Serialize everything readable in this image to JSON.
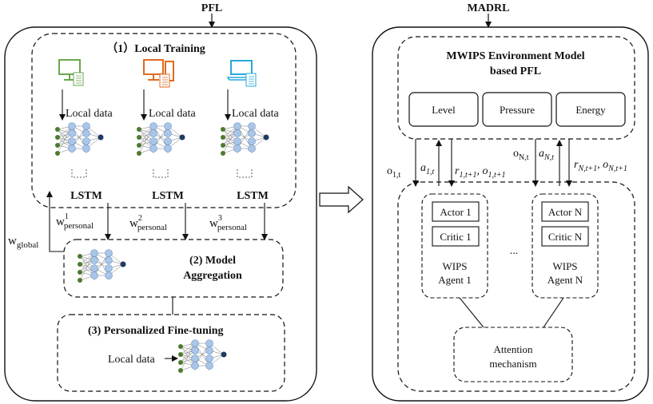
{
  "pfl": {
    "title": "PFL",
    "local_training": {
      "title": "（1）Local Training",
      "clients": [
        {
          "icon": "desktop-monitor-icon",
          "color": "#6aa84f",
          "data_label": "Local data",
          "model_label": "LSTM"
        },
        {
          "icon": "desktop-tower-icon",
          "color": "#e06c1f",
          "data_label": "Local data",
          "model_label": "LSTM"
        },
        {
          "icon": "laptop-icon",
          "color": "#29a8d8",
          "data_label": "Local data",
          "model_label": "LSTM"
        }
      ]
    },
    "weights": {
      "global": "w",
      "global_sub": "global",
      "personal": "w",
      "personal_sub": "personal",
      "sup": [
        "1",
        "2",
        "3"
      ]
    },
    "aggregation": {
      "line1": "(2) Model",
      "line2": "Aggregation"
    },
    "finetune": {
      "title": "(3)   Personalized Fine-tuning",
      "data_label": "Local data"
    }
  },
  "madrl": {
    "title": "MADRL",
    "env": {
      "title_line1": "MWIPS Environment Model",
      "title_line2": "based PFL",
      "boxes": [
        "Level",
        "Pressure",
        "Energy"
      ]
    },
    "signals": {
      "o1": "o",
      "o1_sub": "1,t",
      "a1": "a",
      "a1_sub": "1,t",
      "r1": "r",
      "r1_sub": "1,t+1",
      "o1n": "o",
      "o1n_sub": "1,t+1",
      "oN": "o",
      "oN_sub": "N,t",
      "aN": "a",
      "aN_sub": "N,t",
      "rN": "r",
      "rN_sub": "N,t+1",
      "oNn": "o",
      "oNn_sub": "N,t+1"
    },
    "agents": [
      {
        "actor": "Actor 1",
        "critic": "Critic 1",
        "name_line1": "WIPS",
        "name_line2": "Agent 1"
      },
      {
        "actor": "Actor N",
        "critic": "Critic N",
        "name_line1": "WIPS",
        "name_line2": "Agent N"
      }
    ],
    "ellipsis": "...",
    "attention": {
      "line1": "Attention",
      "line2": "mechanism"
    }
  }
}
